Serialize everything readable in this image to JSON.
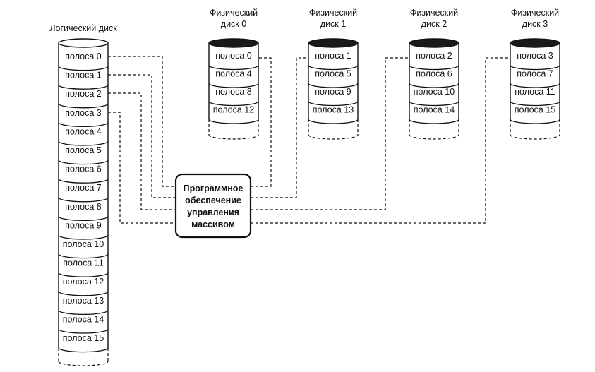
{
  "logical_disk": {
    "title": "Логический диск",
    "stripes": [
      "полоса 0",
      "полоса 1",
      "полоса 2",
      "полоса 3",
      "полоса 4",
      "полоса 5",
      "полоса 6",
      "полоса 7",
      "полоса 8",
      "полоса 9",
      "полоса 10",
      "полоса 11",
      "полоса 12",
      "полоса 13",
      "полоса 14",
      "полоса 15"
    ]
  },
  "physical_disks": [
    {
      "title_line1": "Физический",
      "title_line2": "диск 0",
      "stripes": [
        "полоса 0",
        "полоса 4",
        "полоса 8",
        "полоса 12"
      ]
    },
    {
      "title_line1": "Физический",
      "title_line2": "диск 1",
      "stripes": [
        "полоса 1",
        "полоса 5",
        "полоса 9",
        "полоса 13"
      ]
    },
    {
      "title_line1": "Физический",
      "title_line2": "диск 2",
      "stripes": [
        "полоса 2",
        "полоса 6",
        "полоса 10",
        "полоса 14"
      ]
    },
    {
      "title_line1": "Физический",
      "title_line2": "диск 3",
      "stripes": [
        "полоса 3",
        "полоса 7",
        "полоса 11",
        "полоса 15"
      ]
    }
  ],
  "controller": {
    "lines": [
      "Программное",
      "обеспечение",
      "управления",
      "массивом"
    ]
  }
}
